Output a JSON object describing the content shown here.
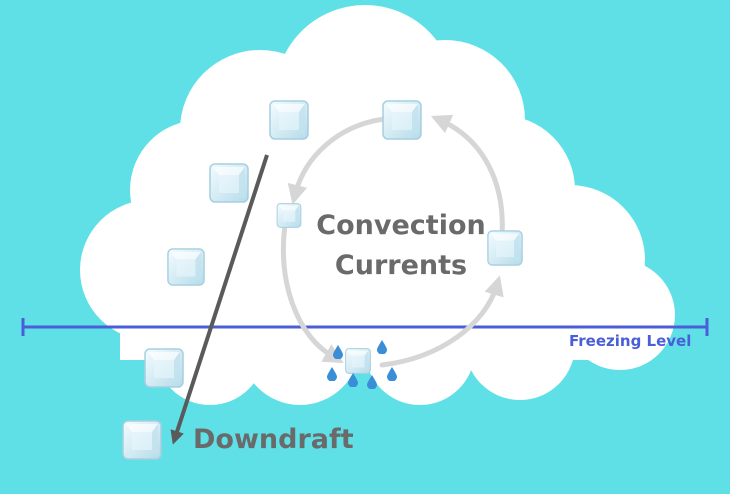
{
  "diagram": {
    "title": "",
    "convection_label": "Convection\nCurrents",
    "freezing_label": "Freezing Level",
    "downdraft_label": "Downdraft"
  },
  "colors": {
    "sky": "#5fe0e6",
    "cloud": "#ffffff",
    "freezing_line": "#4a5ed8",
    "arrow_dark": "#5a5a5a",
    "arrow_light": "#d6d6d6",
    "text": "#6a6a6a",
    "water_drop": "#3a8ed8",
    "ice": "#dff3fb"
  },
  "icons": [
    "ice-cube-icon",
    "water-drop-icon",
    "cycle-arrow-icon",
    "downdraft-arrow-icon"
  ]
}
